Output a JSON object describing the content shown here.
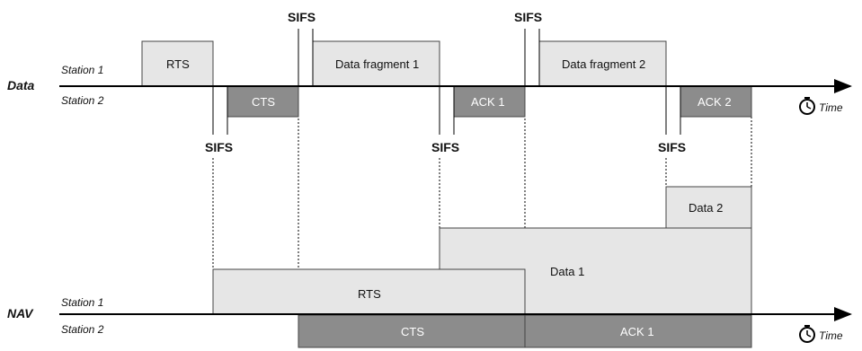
{
  "labels": {
    "data_row": "Data",
    "nav_row": "NAV",
    "station1": "Station 1",
    "station2": "Station 2",
    "time": "Time"
  },
  "sifs": "SIFS",
  "data_frames": {
    "rts": "RTS",
    "cts": "CTS",
    "frag1": "Data fragment 1",
    "ack1": "ACK 1",
    "frag2": "Data fragment 2",
    "ack2": "ACK 2"
  },
  "nav_frames": {
    "rts": "RTS",
    "data1": "Data 1",
    "data2": "Data 2",
    "cts": "CTS",
    "ack1": "ACK 1"
  },
  "colors": {
    "light_box": "#e6e6e6",
    "dark_box": "#8c8c8c"
  }
}
